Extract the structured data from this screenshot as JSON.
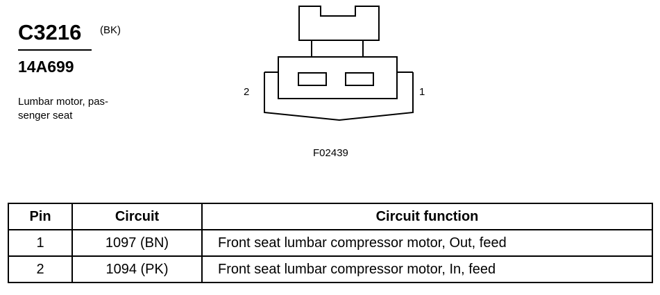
{
  "connector": {
    "id": "C3216",
    "color": "(BK)",
    "part_number": "14A699",
    "description": "Lumbar motor, pas-senger seat"
  },
  "diagram": {
    "figure_id": "F02439",
    "pin_labels": {
      "left": "2",
      "right": "1"
    }
  },
  "table": {
    "headers": {
      "pin": "Pin",
      "circuit": "Circuit",
      "function": "Circuit function"
    },
    "rows": [
      {
        "pin": "1",
        "circuit": "1097 (BN)",
        "function": "Front seat lumbar compressor motor, Out, feed"
      },
      {
        "pin": "2",
        "circuit": "1094 (PK)",
        "function": "Front seat lumbar compressor motor, In, feed"
      }
    ]
  }
}
